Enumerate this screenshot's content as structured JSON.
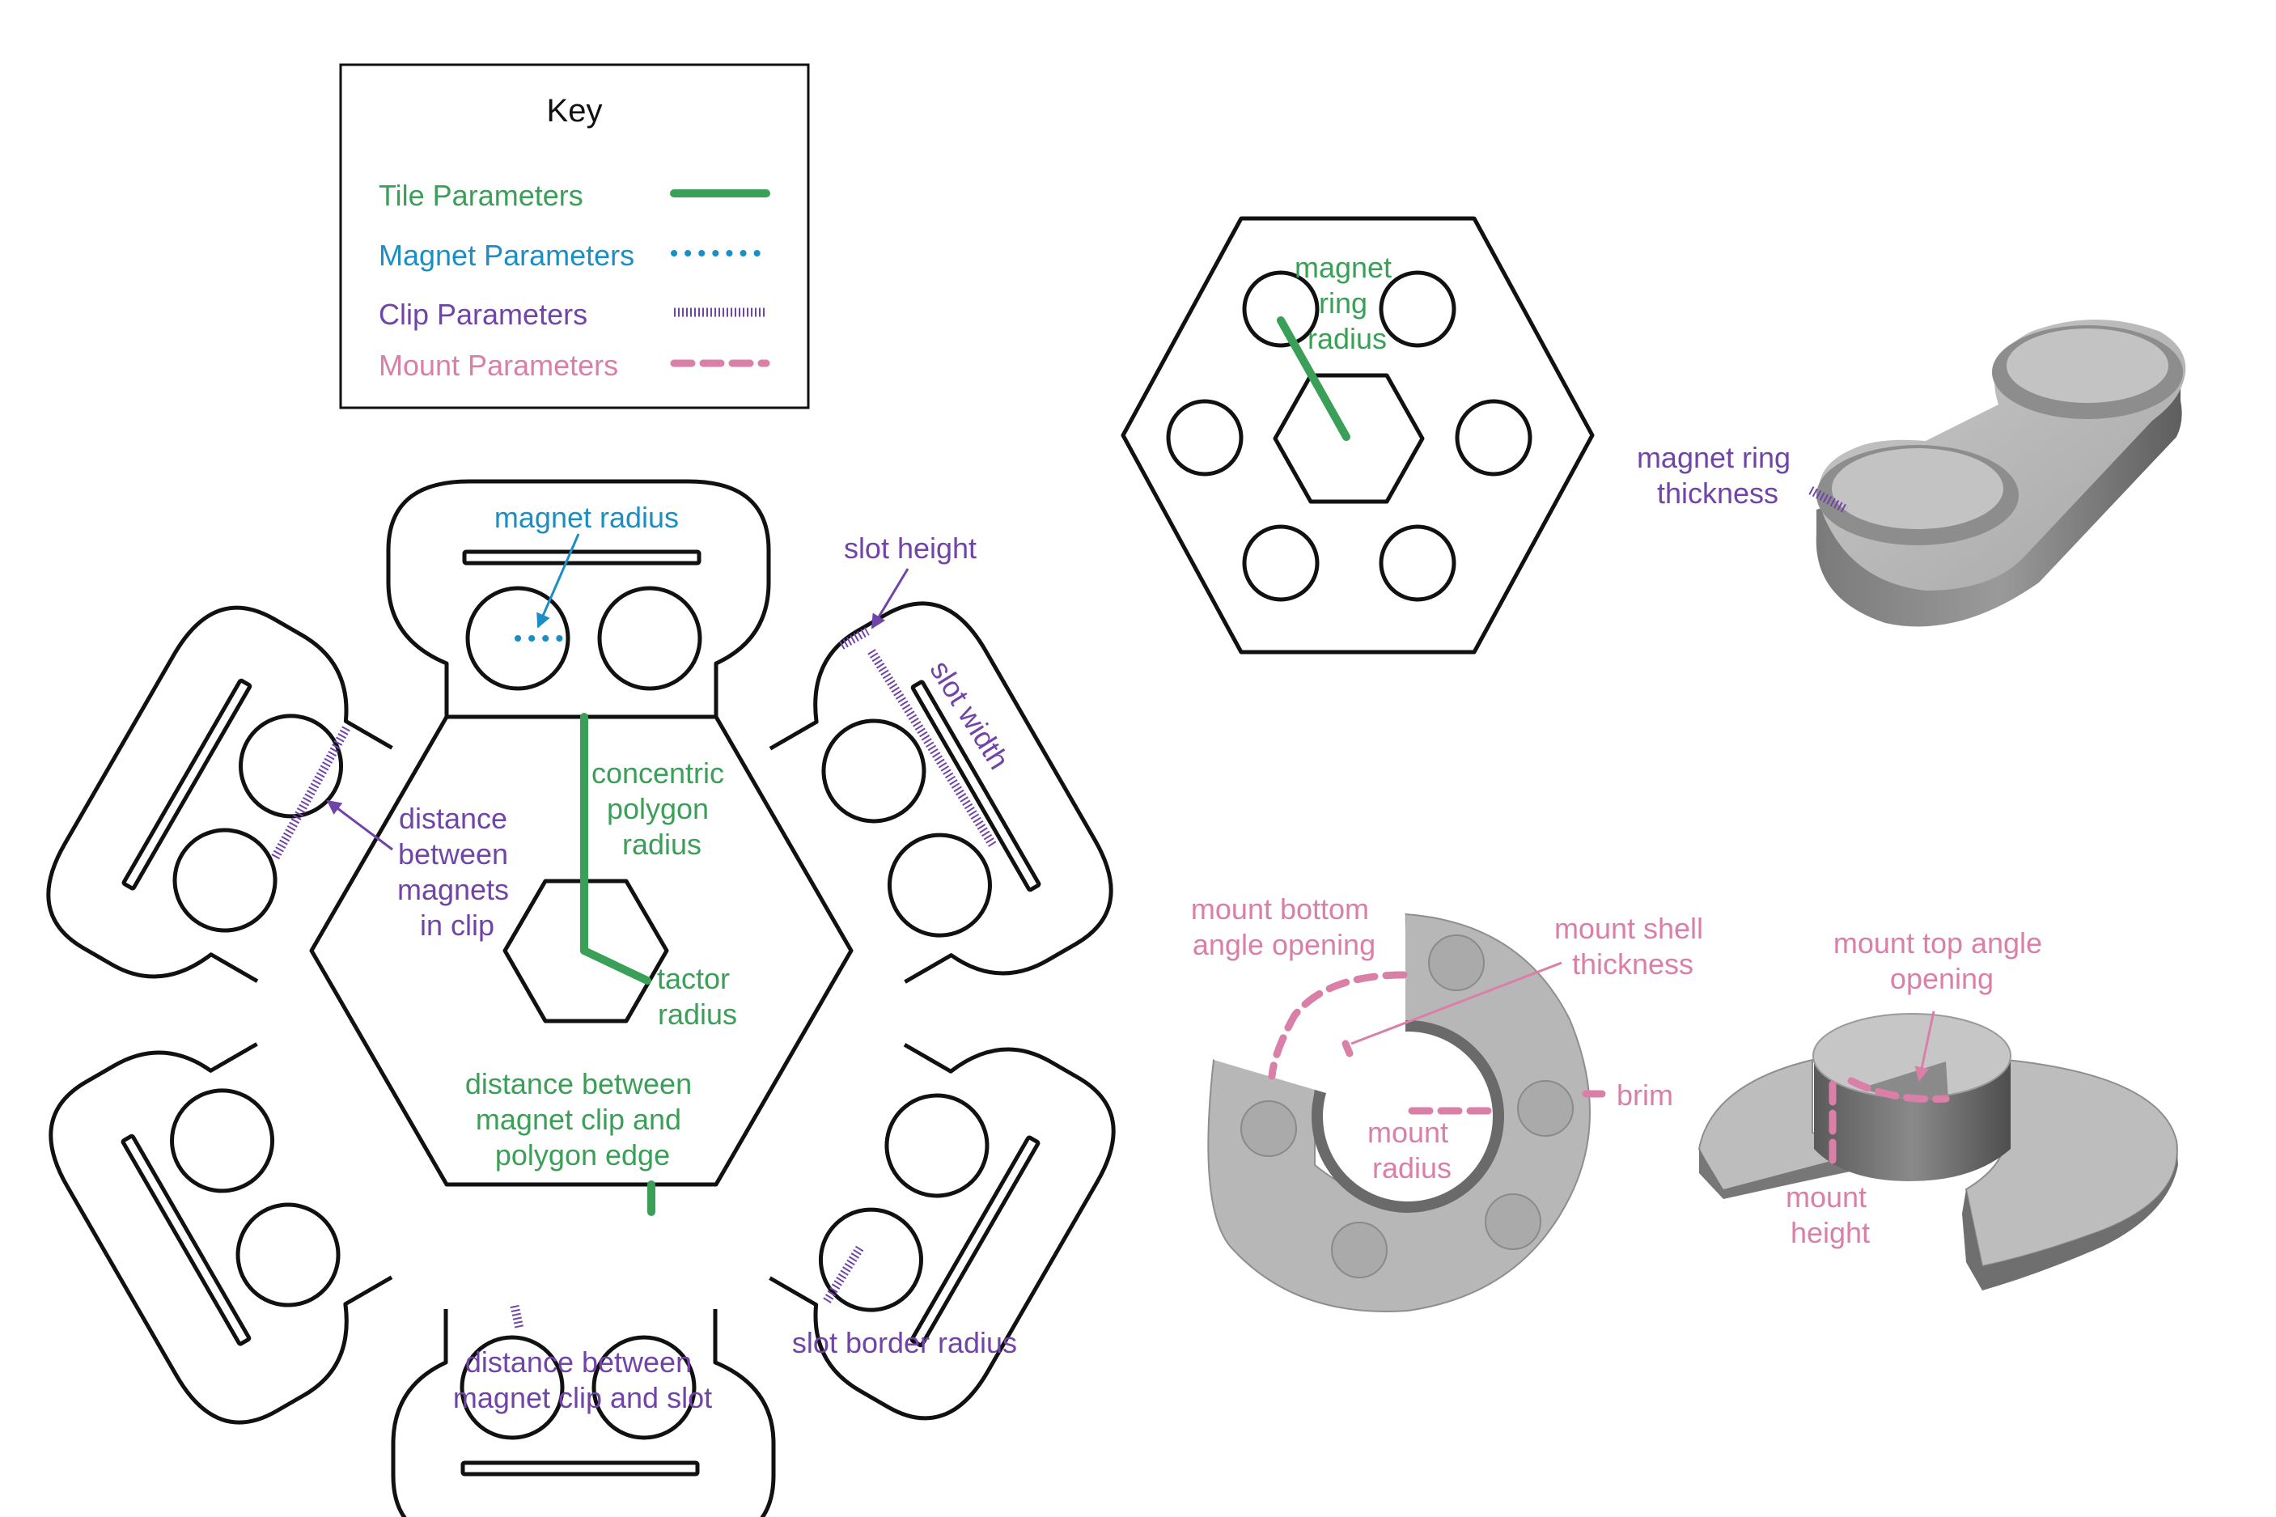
{
  "key": {
    "title": "Key",
    "tile": "Tile Parameters",
    "magnet": "Magnet Parameters",
    "clip": "Clip Parameters",
    "mount": "Mount Parameters"
  },
  "tile_labels": {
    "concentric": [
      "concentric",
      "polygon",
      "radius"
    ],
    "tactor": [
      "tactor",
      "radius"
    ],
    "clip_edge": [
      "distance between",
      "magnet clip and",
      "polygon edge"
    ],
    "magnet_ring": [
      "magnet",
      "ring",
      "radius"
    ]
  },
  "magnet_labels": {
    "magnet_radius": "magnet radius"
  },
  "clip_labels": {
    "slot_height": "slot height",
    "slot_width": "slot width",
    "dist_magnets": [
      "distance",
      "between",
      "magnets",
      "in clip"
    ],
    "dist_clip_slot": [
      "distance between",
      "magnet clip and slot"
    ],
    "slot_border": "slot border radius",
    "ring_thickness": [
      "magnet ring",
      "thickness"
    ]
  },
  "mount_labels": {
    "bottom_angle": [
      "mount bottom",
      "angle opening"
    ],
    "shell_thickness": [
      "mount shell",
      "thickness"
    ],
    "brim": "brim",
    "mount_radius": [
      "mount",
      "radius"
    ],
    "top_angle": [
      "mount top angle",
      "opening"
    ],
    "height": [
      "mount",
      "height"
    ]
  },
  "colors": {
    "tile": "#3a9f57",
    "magnet": "#1b8fc4",
    "clip": "#7044a8",
    "mount": "#d97fa8",
    "ink": "#111111",
    "solid_light": "#b9b9b9",
    "solid_mid": "#9c9c9c",
    "solid_dark": "#6f6f6f"
  }
}
